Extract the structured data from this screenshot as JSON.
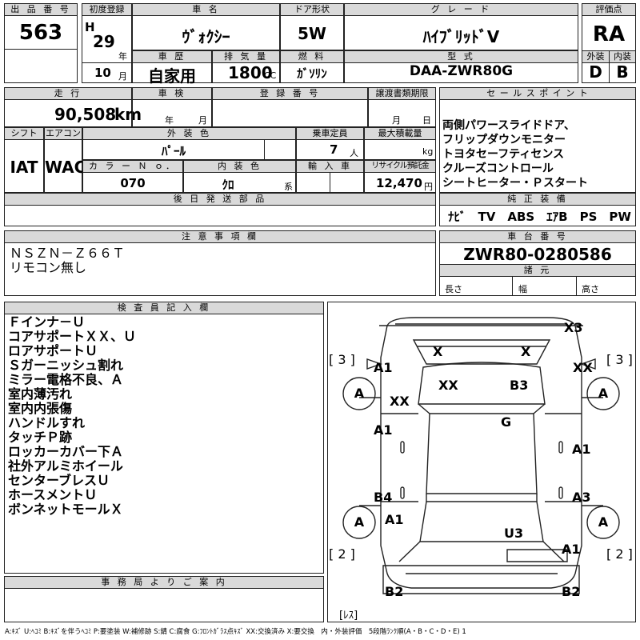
{
  "labels": {
    "lot_no": "出 品 番 号",
    "first_reg": "初度登録",
    "car_name": "車 名",
    "door": "ドア形状",
    "grade": "グ レ ー ド",
    "score": "評価点",
    "history": "車 歴",
    "displacement": "排 気 量",
    "fuel": "燃 料",
    "model": "型 式",
    "exterior": "外装",
    "interior": "内装",
    "mileage": "走 行",
    "inspection": "車 検",
    "reg_no": "登 録 番 号",
    "transfer": "譲渡書類期限",
    "sales_points": "セ ー ル ス ポ イ ン ト",
    "shift": "シフト",
    "ac": "エアコン",
    "ext_color": "外 装 色",
    "capacity": "乗車定員",
    "max_load": "最大積載量",
    "color_no": "カ ラ ー Ｎ ｏ．",
    "int_color": "内 装 色",
    "import": "輸 入 車",
    "recycle": "リサイクル預託金",
    "later_parts": "後 日 発 送 部 品",
    "genuine": "純 正 装 備",
    "caution": "注 意 事 項 欄",
    "chassis": "車 台 番 号",
    "dimensions": "諸 元",
    "inspector": "検 査 員 記 入 欄",
    "office": "事 務 局 よ り ご 案 内"
  },
  "values": {
    "lot_no": "563",
    "era": "H",
    "year": "29",
    "year_unit": "年",
    "month": "10",
    "month_unit": "月",
    "car_name": "ｳﾞｫｸｼｰ",
    "door": "5W",
    "grade": "ﾊｲﾌﾞﾘｯﾄﾞV",
    "score": "RA",
    "history": "自家用",
    "displacement": "1800",
    "cc": "CC",
    "fuel": "ｶﾞｿﾘﾝ",
    "model": "DAA-ZWR80G",
    "exterior_score": "D",
    "interior_score": "B",
    "mileage": "90,508",
    "km": "km",
    "insp_year": "年",
    "insp_month": "月",
    "transfer_month": "月",
    "transfer_day": "日",
    "shift": "IAT",
    "ac": "WAC",
    "ext_color": "ﾊﾟｰﾙ",
    "capacity": "7",
    "capacity_unit": "人",
    "load_unit": "kg",
    "color_no": "070",
    "int_color": "ｸﾛ",
    "int_color_suffix": "系",
    "recycle": "12,470",
    "recycle_unit": "円",
    "genuine": "ﾅﾋﾞ　TV　ABS　ｴｱB　PS　PW",
    "chassis": "ZWR80-0280586",
    "length": "長さ",
    "width": "幅",
    "height": "高さ"
  },
  "sales_points": [
    "両側パワースライドドア、",
    "フリップダウンモニター",
    "トヨタセーフティセンス",
    "クルーズコントロール",
    "シートヒーター・Ｐスタート"
  ],
  "caution_lines": [
    "ＮＳＺＮ－Ｚ６６Ｔ",
    "リモコン無し"
  ],
  "inspector_notes": [
    "Ｆインナ－Ｕ",
    "コアサポートＸＸ、Ｕ",
    "ロアサポートＵ",
    "Ｓガーニッシュ割れ",
    "ミラー電格不良、Ａ",
    "室内薄汚れ",
    "室内内張傷",
    "ハンドルすれ",
    "タッチＰ跡",
    "ロッカーカバー下Ａ",
    "社外アルミホイール",
    "センターブレスＵ",
    "ホースメントＵ",
    "ボンネットモールＸ"
  ],
  "diagram": {
    "marks": {
      "x3": "X3",
      "x_left": "X",
      "x_right": "X",
      "bracket_tl": "[ 3 ]",
      "bracket_tr": "[ 3 ]",
      "bracket_bl": "[ 2 ]",
      "bracket_br": "[ 2 ]",
      "a1_tl": "A1",
      "xx_tr": "XX",
      "xx_hood": "XX",
      "b3_hood": "B3",
      "xx_left": "XX",
      "g_roof": "G",
      "a1_lf": "A1",
      "a1_rf": "A1",
      "b4_lr": "B4",
      "a3_rr": "A3",
      "a1_lrq": "A1",
      "u3": "U3",
      "a1_rrq": "A1",
      "b2_l": "B2",
      "b2_r": "B2",
      "less": "[ﾚｽ]",
      "tire_fl": "A",
      "tire_fr": "A",
      "tire_rl": "A",
      "tire_rr": "A"
    }
  },
  "legend": "A:ｷｽﾞ U:ﾍｺﾐ B:ｷｽﾞを伴うﾍｺﾐ P:要塗装 W:補修跡 S:錆 C:腐食 G:ﾌﾛﾝﾄｶﾞﾗｽ点ｷｽﾞ XX:交換済み X:要交換　内・外装評価　5段階ﾗﾝｸ順(A・B・C・D・E) 1"
}
